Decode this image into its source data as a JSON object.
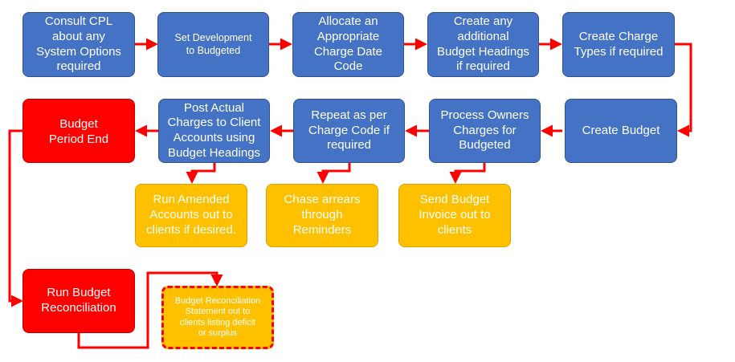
{
  "nodes": {
    "consult": "Consult CPL\nabout any\nSystem Options\nrequired",
    "set_dev": "Set Development\nto Budgeted",
    "allocate": "Allocate an\nAppropriate\nCharge Date\nCode",
    "create_headings": "Create any\nadditional\nBudget Headings\nif required",
    "create_types": "Create Charge\nTypes if required",
    "create_budget": "Create Budget",
    "process_owners": "Process Owners\nCharges for\nBudgeted",
    "repeat": "Repeat as per\nCharge Code if\nrequired",
    "post_actual": "Post Actual\nCharges to Client\nAccounts using\nBudget Headings",
    "period_end": "Budget\nPeriod End",
    "run_amended": "Run Amended\nAccounts out to\nclients if desired.",
    "chase": "Chase arrears\nthrough\nReminders",
    "send_invoice": "Send Budget\nInvoice out to\nclients",
    "run_recon": "Run Budget\nReconciliation",
    "recon_statement": "Budget Reconciliation\nStatement out to\nclients listing deficit\nor surplus"
  },
  "colors": {
    "process": "#4472c4",
    "milestone": "#ff0000",
    "output": "#ffc000",
    "connector": "#ff0000"
  }
}
